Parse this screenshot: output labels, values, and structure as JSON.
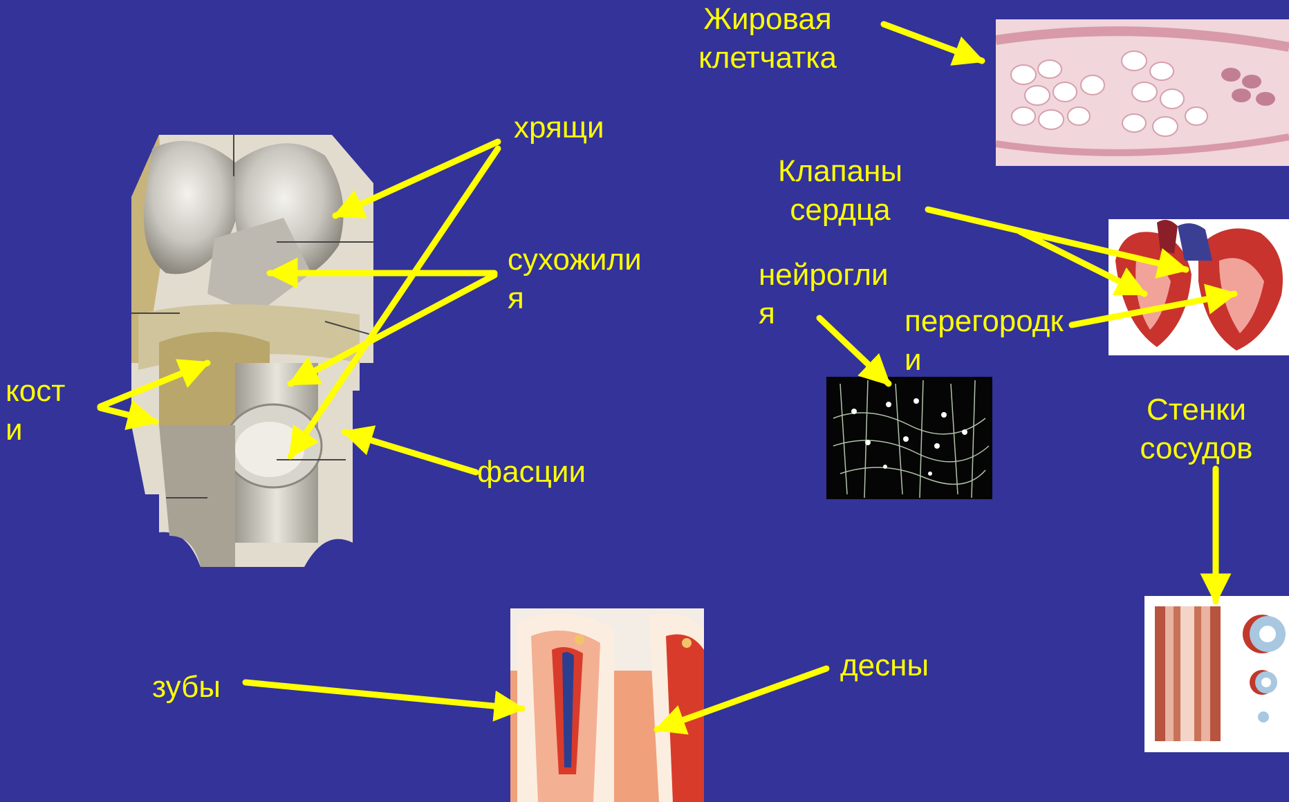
{
  "colors": {
    "background": "#333399",
    "label_text": "#FFFF00",
    "arrow": "#FFFF00"
  },
  "labels": {
    "fat_tissue": "Жировая\nклетчатка",
    "cartilage": "хрящи",
    "tendons": "сухожили\nя",
    "bones": "кост\nи",
    "fascia": "фасции",
    "heart_valves": "Клапаны\nсердца",
    "neuroglia": "нейрогли\nя",
    "septa": "перегородк\nи",
    "vessel_walls": "Стенки\nсосудов",
    "teeth": "зубы",
    "gums": "десны"
  },
  "images": {
    "knee_joint": "knee-joint-anatomy",
    "adipose": "adipose-tissue-micrograph",
    "heart": "heart-cross-section",
    "glia": "neuroglia-micrograph",
    "vessel": "blood-vessel-wall-layers",
    "tooth": "tooth-cross-section"
  }
}
